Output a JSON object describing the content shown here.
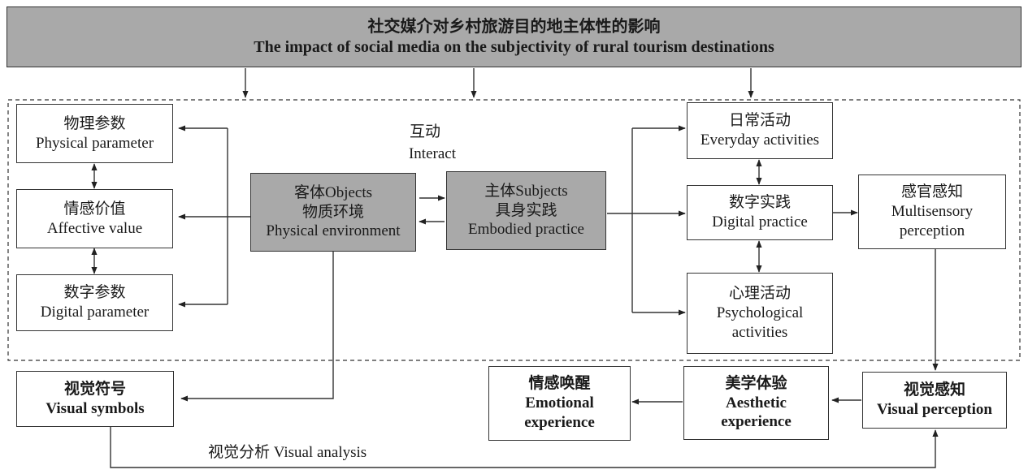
{
  "title": {
    "zh": "社交媒介对乡村旅游目的地主体性的影响",
    "en": "The impact of social media on the subjectivity of rural tourism destinations"
  },
  "interact": {
    "zh": "互动",
    "en": "Interact"
  },
  "parameters": [
    {
      "zh": "物理参数",
      "en": "Physical parameter"
    },
    {
      "zh": "情感价值",
      "en": "Affective value"
    },
    {
      "zh": "数字参数",
      "en": "Digital parameter"
    }
  ],
  "objects": {
    "line1": "客体Objects",
    "line2": "物质环境",
    "line3": "Physical environment"
  },
  "subjects": {
    "line1": "主体Subjects",
    "line2": "具身实践",
    "line3": "Embodied practice"
  },
  "activities": [
    {
      "zh": "日常活动",
      "en": "Everyday activities"
    },
    {
      "zh": "数字实践",
      "en": "Digital practice"
    },
    {
      "zh": "心理活动",
      "en": "Psychological",
      "en2": "activities"
    }
  ],
  "multisensory": {
    "zh": "感官感知",
    "en": "Multisensory",
    "en2": "perception"
  },
  "visual_symbols": {
    "zh": "视觉符号",
    "en": "Visual symbols"
  },
  "visual_perception": {
    "zh": "视觉感知",
    "en": "Visual perception"
  },
  "aesthetic": {
    "zh": "美学体验",
    "en": "Aesthetic",
    "en2": "experience"
  },
  "emotional": {
    "zh": "情感唤醒",
    "en": "Emotional",
    "en2": "experience"
  },
  "visual_analysis": "视觉分析 Visual analysis"
}
